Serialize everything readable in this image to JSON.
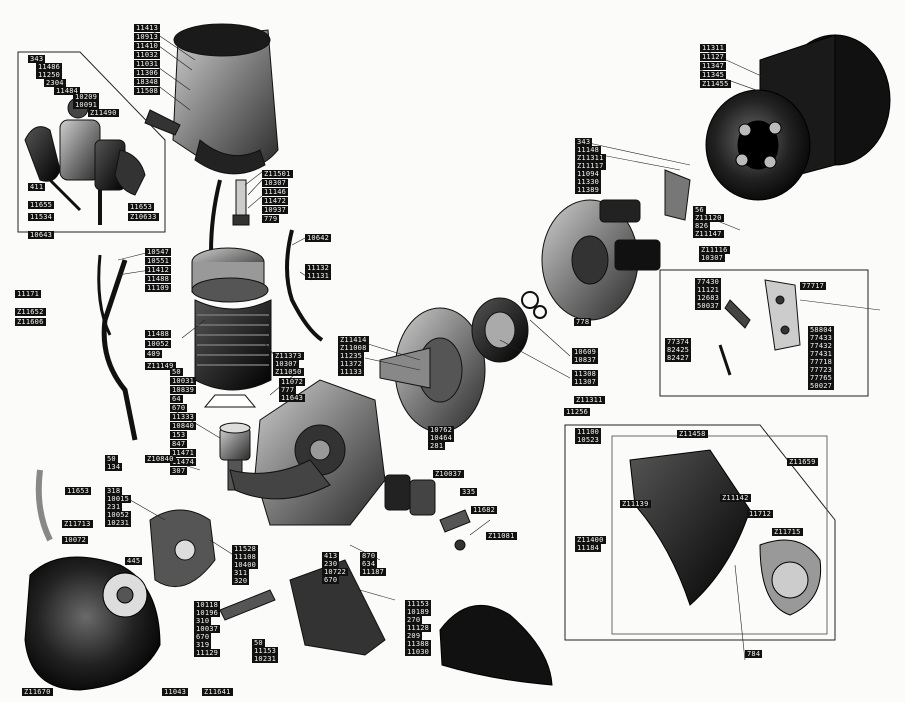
{
  "group_top_left": [
    "343",
    "11486",
    "11250",
    "2304",
    "11484",
    "10209",
    "10091",
    "Z11490",
    "411",
    "11655",
    "11534",
    "11653",
    "Z10633",
    "10643"
  ],
  "group_top_center": [
    "11413",
    "10913",
    "11410",
    "11032",
    "11031",
    "11306",
    "18348",
    "11508"
  ],
  "group_center_left": [
    "Z11501",
    "10307",
    "11146",
    "11472",
    "10937",
    "779"
  ],
  "group_center_pipe": [
    "10547",
    "10551",
    "11412",
    "11488",
    "11109"
  ],
  "group_mid_tags": [
    "10642",
    "11132",
    "11131",
    "11171",
    "Z11652",
    "Z11606"
  ],
  "group_cylinder": [
    "11488",
    "10052",
    "409",
    "Z11149",
    "Z11373",
    "10307",
    "Z11050",
    "11072",
    "777",
    "11643"
  ],
  "group_piston": [
    "50",
    "10031",
    "10839",
    "64",
    "670",
    "11333",
    "10840",
    "153",
    "847",
    "11471",
    "11474",
    "307"
  ],
  "group_crank_left": [
    "50",
    "134",
    "Z10840",
    "318",
    "10015",
    "231",
    "10052",
    "10231",
    "445",
    "11653"
  ],
  "group_crank_center": [
    "Z11414",
    "Z11008",
    "11235",
    "11372",
    "11133",
    "10762",
    "10464",
    "281",
    "Z10037",
    "335",
    "11682",
    "Z11081"
  ],
  "group_bottom_center": [
    "11528",
    "11108",
    "10400",
    "311",
    "320",
    "10118",
    "10196",
    "310",
    "10037",
    "670",
    "319",
    "11129",
    "50",
    "11153",
    "10231"
  ],
  "group_bottom_right": [
    "413",
    "230",
    "10722",
    "670",
    "870",
    "634",
    "11187",
    "11153",
    "10189",
    "270",
    "11128",
    "209",
    "11388",
    "11030"
  ],
  "group_flywheel": [
    "10609",
    "10837",
    "11308",
    "11307",
    "Z11311",
    "11256",
    "778"
  ],
  "group_stator": [
    "343",
    "11148",
    "Z11311",
    "Z11117",
    "11094",
    "11330",
    "11389",
    "56",
    "Z11120",
    "826",
    "Z11147",
    "Z11116",
    "10307"
  ],
  "group_top_right": [
    "11311",
    "11127",
    "11347",
    "11345",
    "Z11455"
  ],
  "group_inset_right": [
    "77430",
    "11121",
    "12683",
    "50037",
    "77717",
    "58804",
    "77433",
    "77432",
    "77431",
    "77718",
    "77723",
    "77765",
    "50027",
    "77374",
    "82425",
    "82427"
  ],
  "group_inset_light": [
    "11100",
    "10523",
    "Z11458",
    "Z11659",
    "Z11139",
    "Z11142",
    "11712",
    "Z11400",
    "11184",
    "Z11715",
    "784"
  ],
  "group_bottom_left": [
    "Z11713",
    "10072",
    "Z11670",
    "11043",
    "Z11641"
  ]
}
